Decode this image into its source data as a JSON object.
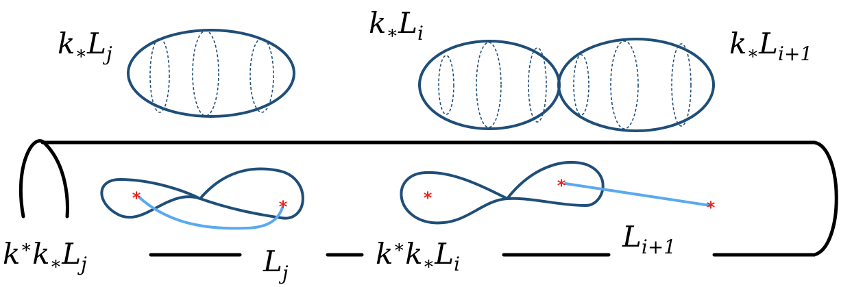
{
  "labels": {
    "top_left": {
      "base": "k",
      "base_sub": "∗",
      "rest": "L",
      "rest_sub": "j"
    },
    "top_mid": {
      "base": "k",
      "base_sub": "∗",
      "rest": "L",
      "rest_sub": "i"
    },
    "top_right": {
      "base": "k",
      "base_sub": "∗",
      "rest": "L",
      "rest_sub": "i+1"
    },
    "bottom_left": {
      "pre": "k",
      "pre_sup": "∗",
      "base": "k",
      "base_sub": "∗",
      "rest": "L",
      "rest_sub": "j"
    },
    "bottom_lj": {
      "rest": "L",
      "rest_sub": "j"
    },
    "bottom_mid": {
      "pre": "k",
      "pre_sup": "∗",
      "base": "k",
      "base_sub": "∗",
      "rest": "L",
      "rest_sub": "i"
    },
    "bottom_li1": {
      "rest": "L",
      "rest_sub": "i+1"
    }
  },
  "colors": {
    "curve": "#1f4e79",
    "path": "#5aa9f0",
    "marker": "#e8231b",
    "outline": "#000000"
  },
  "marker_glyph": "*"
}
